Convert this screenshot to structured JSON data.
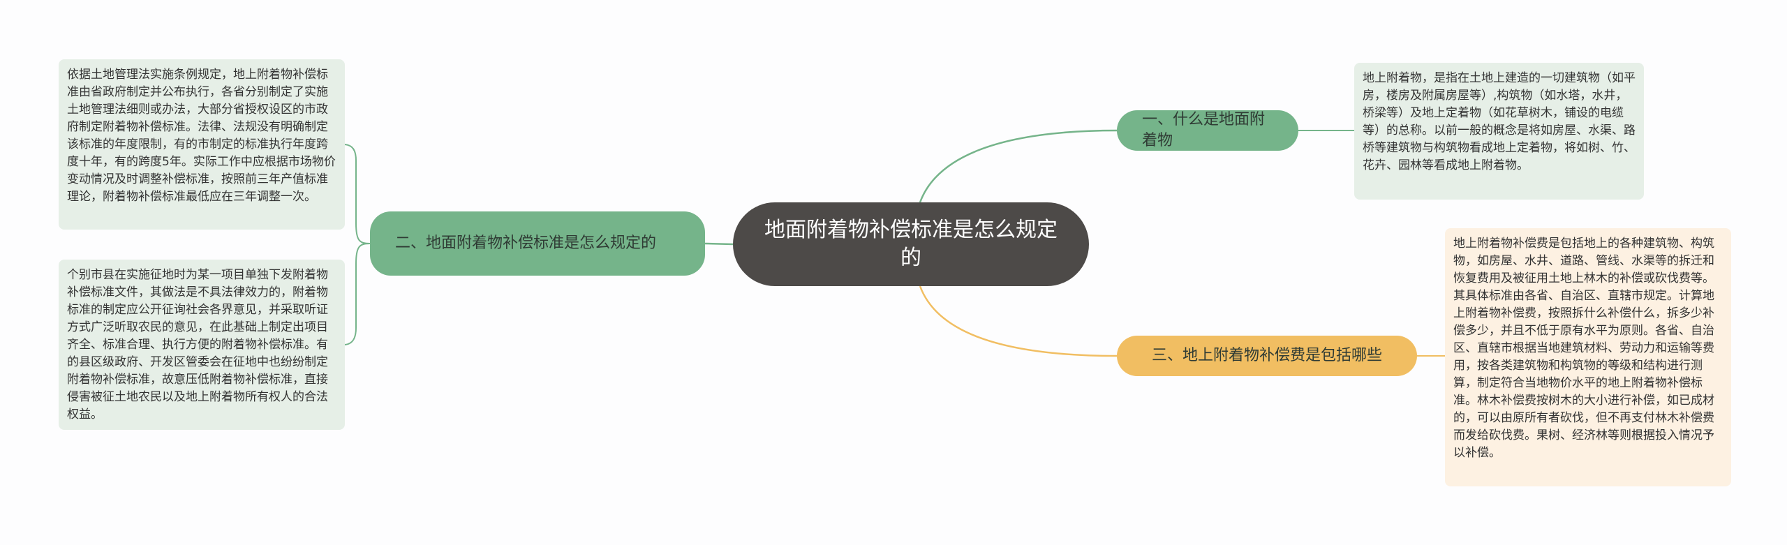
{
  "center": {
    "title": "地面附着物补偿标准是怎么规定的"
  },
  "branches": [
    {
      "label": "一、什么是地面附着物",
      "color": "#75b48a",
      "details": [
        "地上附着物，是指在土地上建造的一切建筑物（如平房，楼房及附属房屋等）,构筑物（如水塔，水井，桥梁等）及地上定着物（如花草树木，铺设的电缆等）的总称。以前一般的概念是将如房屋、水渠、路桥等建筑物与构筑物看成地上定着物，将如树、竹、花卉、园林等看成地上附着物。"
      ]
    },
    {
      "label": "二、地面附着物补偿标准是怎么规定的",
      "color": "#75b48a",
      "details": [
        "依据土地管理法实施条例规定，地上附着物补偿标准由省政府制定并公布执行，各省分别制定了实施土地管理法细则或办法，大部分省授权设区的市政府制定附着物补偿标准。法律、法规没有明确制定该标准的年度限制，有的市制定的标准执行年度跨度十年，有的跨度5年。实际工作中应根据市场物价变动情况及时调整补偿标准，按照前三年产值标准理论，附着物补偿标准最低应在三年调整一次。",
        "个别市县在实施征地时为某一项目单独下发附着物补偿标准文件，其做法是不具法律效力的，附着物标准的制定应公开征询社会各界意见，并采取听证方式广泛听取农民的意见，在此基础上制定出项目齐全、标准合理、执行方便的附着物补偿标准。有的县区级政府、开发区管委会在征地中也纷纷制定附着物补偿标准，故意压低附着物补偿标准，直接侵害被征土地农民以及地上附着物所有权人的合法权益。"
      ]
    },
    {
      "label": "三、地上附着物补偿费是包括哪些",
      "color": "#f1be62",
      "details": [
        "地上附着物补偿费是包括地上的各种建筑物、构筑物，如房屋、水井、道路、管线、水渠等的拆迁和恢复费用及被征用土地上林木的补偿或砍伐费等。其具体标准由各省、自治区、直辖市规定。计算地上附着物补偿费，按照拆什么补偿什么，拆多少补偿多少，并且不低于原有水平为原则。各省、自治区、直辖市根据当地建筑材料、劳动力和运输等费用，按各类建筑物和构筑物的等级和结构进行测算，制定符合当地物价水平的地上附着物补偿标准。林木补偿费按树木的大小进行补偿，如已成材的，可以由原所有者砍伐，但不再支付林木补偿费而发给砍伐费。果树、经济林等则根据投入情况予以补偿。"
      ]
    }
  ]
}
